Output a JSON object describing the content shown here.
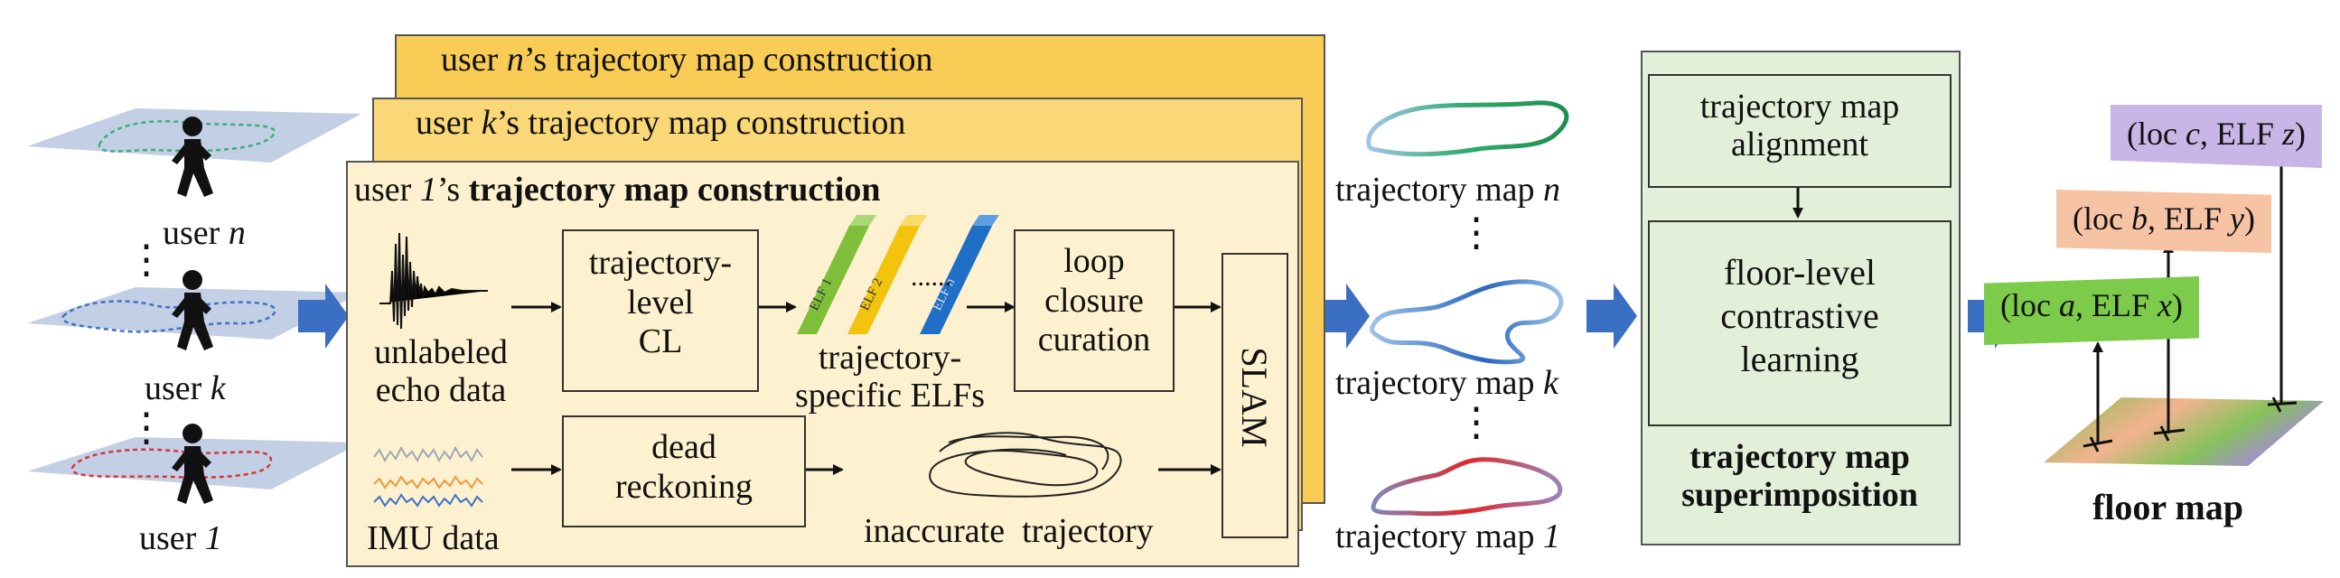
{
  "users": [
    {
      "name": "user",
      "id": "n"
    },
    {
      "name": "user",
      "id": "k"
    },
    {
      "name": "user",
      "id": "1"
    }
  ],
  "ellipsis": "⋮",
  "panels": {
    "back_n": {
      "prefix": "user ",
      "id": "n",
      "suffix": "’s trajectory map construction"
    },
    "back_k": {
      "prefix": "user ",
      "id": "k",
      "suffix": "’s trajectory map construction"
    },
    "front": {
      "prefix": "user ",
      "id": "1",
      "possessive": "’s ",
      "title": "trajectory map construction"
    }
  },
  "inputs": {
    "echo_line1": "unlabeled",
    "echo_line2": "echo data",
    "imu": "IMU data"
  },
  "modules": {
    "traj_cl": [
      "trajectory-",
      "level",
      "CL"
    ],
    "elf_labels": [
      "ELF 1",
      "ELF 2",
      "ELF n"
    ],
    "elf_dots": "......",
    "elf_caption": [
      "trajectory-",
      "specific ELFs"
    ],
    "loop": [
      "loop",
      "closure",
      "curation"
    ],
    "dead": [
      "dead",
      "reckoning"
    ],
    "inaccurate": "inaccurate  trajectory",
    "slam": "SLAM"
  },
  "maps": [
    {
      "label": "trajectory map ",
      "id": "n"
    },
    {
      "label": "trajectory map ",
      "id": "k"
    },
    {
      "label": "trajectory map ",
      "id": "1"
    }
  ],
  "superimposition": {
    "alignment": [
      "trajectory map",
      "alignment"
    ],
    "contrastive": [
      "floor-level",
      "contrastive",
      "learning"
    ],
    "title": [
      "trajectory map",
      "superimposition"
    ]
  },
  "floor": {
    "tag_a": {
      "open": "(loc ",
      "loc": "a",
      "sep": ", ELF ",
      "elf": "x",
      "close": ")"
    },
    "tag_b": {
      "open": "(loc ",
      "loc": "b",
      "sep": ", ELF ",
      "elf": "y",
      "close": ")"
    },
    "tag_c": {
      "open": "(loc ",
      "loc": "c",
      "sep": ", ELF ",
      "elf": "z",
      "close": ")"
    },
    "label": "floor map"
  },
  "colors": {
    "arrow_blue": "#3a6fc4",
    "panel_back_n": "#f9cd55",
    "panel_back_k": "#fbd877",
    "panel_front": "#fdf1cf",
    "green_panel": "#e2f0d9",
    "tag_a": "#7ccb4a",
    "tag_b": "#f6c3a5",
    "tag_c": "#c9b5e6"
  }
}
